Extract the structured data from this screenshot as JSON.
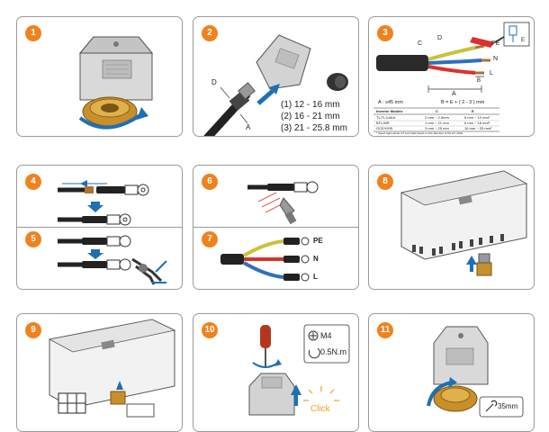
{
  "steps": {
    "s1": "1",
    "s2": "2",
    "s3": "3",
    "s4": "4",
    "s5": "5",
    "s6": "6",
    "s7": "7",
    "s8": "8",
    "s9": "9",
    "s10": "10",
    "s11": "11"
  },
  "step2": {
    "a_label": "A",
    "d_label": "D",
    "ranges": [
      "(1) 12 - 16 mm",
      "(2) 16 - 21 mm",
      "(3) 21 - 25.8 mm"
    ]
  },
  "step3": {
    "labels": {
      "c": "C",
      "d": "D",
      "pe": "PE",
      "n": "N",
      "l": "L",
      "a": "A",
      "b": "B",
      "e": "E"
    },
    "formula_left": "A : ≤45 mm",
    "formula_right": "B = E + ( 2 - 3 ) mm",
    "table": {
      "headers": [
        "Inverter Models",
        "C",
        "E"
      ],
      "rows": [
        [
          "TL/TL3-M/A",
          "2 mm ~ 2.5mm",
          "6 mm ~ 10 mm²"
        ],
        [
          "BTL/MR",
          "1 mm ~ 21 mm",
          "6 mm ~ 16 mm²"
        ],
        [
          "GCE/HYB",
          "3 mm ~ 25 mm",
          "16 mm ~ 25 mm²"
        ]
      ],
      "note": "* Select appropriate OT terminals based on the diameter of the AC cable."
    }
  },
  "step7": {
    "pe": "PE",
    "n": "N",
    "l": "L"
  },
  "step10": {
    "screw": "M4",
    "torque": "0.5N.m",
    "click": "Click"
  },
  "step11": {
    "wrench": "35mm"
  },
  "colors": {
    "badge": "#f0821e",
    "accent_blue": "#1f6fb5",
    "brass": "#c8902a",
    "wire_yellow_green": "#c9c23a",
    "wire_red": "#d9322b",
    "wire_blue": "#2f6fc0",
    "click": "#f0a020"
  }
}
